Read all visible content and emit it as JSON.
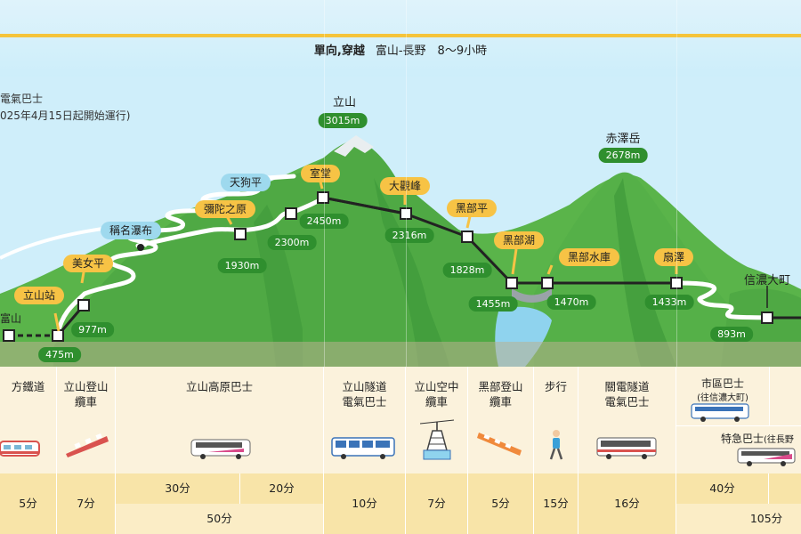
{
  "header": {
    "route_title": "單向,穿越",
    "route_detail": "富山-長野　8～9小時"
  },
  "notes": {
    "line1": "電氣巴士",
    "line2": "025年4月15日起開始運行)"
  },
  "stations": {
    "toyama": "富山",
    "tateyama": "立山站",
    "bijodaira": "美女平",
    "shomyo_falls": "稱名瀑布",
    "midagahara": "彌陀之原",
    "tengudaira": "天狗平",
    "murodo": "室堂",
    "daikanbo": "大觀峰",
    "kurobedaira": "黑部平",
    "kurobeko": "黑部湖",
    "kurobe_dam": "黑部水庫",
    "ogizawa": "扇澤",
    "shinano_omachi": "信濃大町"
  },
  "peaks": {
    "tateyama_name": "立山",
    "tateyama_alt": "3015m",
    "akazawa_name": "赤澤岳",
    "akazawa_alt": "2678m"
  },
  "altitudes": {
    "a475": "475m",
    "a977": "977m",
    "a1930": "1930m",
    "a2300": "2300m",
    "a2450": "2450m",
    "a2316": "2316m",
    "a1828": "1828m",
    "a1455": "1455m",
    "a1470": "1470m",
    "a1433": "1433m",
    "a893": "893m"
  },
  "modes": {
    "local_rail": "方鐵道",
    "tateyama_cable_1": "立山登山",
    "tateyama_cable_2": "纜車",
    "highland_bus": "立山高原巴士",
    "tunnel_bus_1": "立山隧道",
    "tunnel_bus_2": "電氣巴士",
    "ropeway_1": "立山空中",
    "ropeway_2": "纜車",
    "kurobe_cable_1": "黑部登山",
    "kurobe_cable_2": "纜車",
    "walk": "步行",
    "kanden_bus_1": "關電隧道",
    "kanden_bus_2": "電氣巴士",
    "city_bus": "市區巴士",
    "city_bus_sub": "(往信濃大町)",
    "express_bus": "特急巴士",
    "express_bus_sub": "(往長野"
  },
  "times": {
    "t_rail": "5分",
    "t_cable": "7分",
    "t_bus_a": "30分",
    "t_bus_b": "20分",
    "t_bus_total": "50分",
    "t_tunnel": "10分",
    "t_ropeway": "7分",
    "t_kcable": "5分",
    "t_walk": "15分",
    "t_kanden": "16分",
    "t_city": "40分",
    "t_express": "105分"
  },
  "colors": {
    "mountain": "#5ab44a",
    "mountain_dark": "#3f9a3a",
    "route_line": "#222222",
    "road": "#ffffff",
    "altitude_pill": "#2f8f2e",
    "station_pill": "#f7c345",
    "spot_pill": "#9ed9ee",
    "mode_bg": "#fbf2dc",
    "time_bg": "#f8e4a8"
  }
}
